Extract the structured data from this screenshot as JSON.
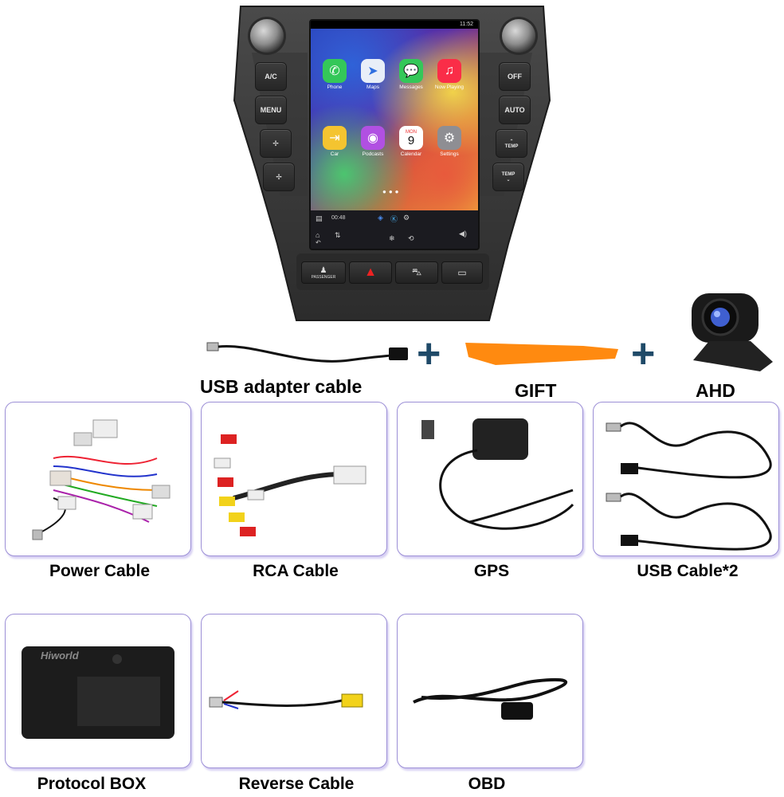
{
  "unit": {
    "left_buttons": [
      "A/C",
      "MENU",
      "✢",
      "✢"
    ],
    "right_buttons": [
      "OFF",
      "AUTO",
      "TEMP",
      "TEMP"
    ],
    "status_time": "11:52",
    "apps": [
      {
        "label": "Phone",
        "color": "#34c759",
        "icon": "phone-icon"
      },
      {
        "label": "Maps",
        "color": "#e8eef8",
        "icon": "maps-icon"
      },
      {
        "label": "Messages",
        "color": "#34c759",
        "icon": "messages-icon"
      },
      {
        "label": "Now Playing",
        "color": "#fa2d48",
        "icon": "now-playing-icon"
      },
      {
        "label": "Car",
        "color": "#f4c430",
        "icon": "car-icon"
      },
      {
        "label": "Podcasts",
        "color": "#b150e2",
        "icon": "podcasts-icon"
      },
      {
        "label": "Calendar",
        "color": "#ffffff",
        "icon": "calendar-icon"
      },
      {
        "label": "Settings",
        "color": "#8e8e93",
        "icon": "settings-icon"
      }
    ],
    "calendar_day": "MON",
    "calendar_date": "9",
    "dock_time": "00:48",
    "bottom_buttons": [
      "PASSENGER",
      "",
      "",
      ""
    ]
  },
  "accessories": {
    "usb_adapter": "USB adapter cable",
    "gift": "GIFT",
    "ahd": "AHD"
  },
  "items": [
    {
      "label": "Power Cable"
    },
    {
      "label": "RCA Cable"
    },
    {
      "label": "GPS"
    },
    {
      "label": "USB Cable*2"
    },
    {
      "label": "Protocol BOX"
    },
    {
      "label": "Reverse Cable"
    },
    {
      "label": "OBD"
    }
  ],
  "protocol_box_brand": "Hiworld"
}
